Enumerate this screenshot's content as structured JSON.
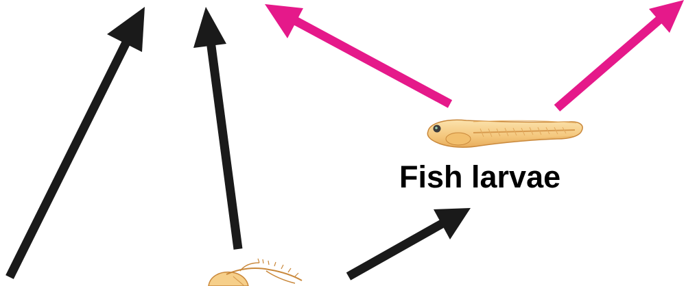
{
  "labels": {
    "fish_larvae": "Fish larvae"
  },
  "organisms": [
    {
      "name": "fish-larva",
      "icon": "fish-larva-illustration"
    },
    {
      "name": "copepod-partial",
      "icon": "copepod-illustration"
    }
  ],
  "arrows": [
    {
      "name": "arrow-black-left-long",
      "color": "#1a1a1a"
    },
    {
      "name": "arrow-black-middle",
      "color": "#1a1a1a"
    },
    {
      "name": "arrow-pink-left",
      "color": "#e5198a"
    },
    {
      "name": "arrow-pink-right",
      "color": "#e5198a"
    },
    {
      "name": "arrow-black-to-fish",
      "color": "#1a1a1a"
    }
  ],
  "colors": {
    "black_arrow": "#1a1a1a",
    "pink_arrow": "#e5198a",
    "organism_fill": "#f6cf8a",
    "organism_stroke": "#c9883b"
  }
}
